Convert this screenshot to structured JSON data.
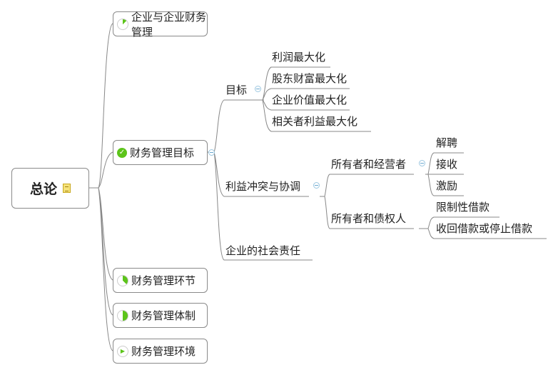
{
  "root": {
    "label": "总论",
    "icon": "note-icon"
  },
  "main": [
    {
      "label": "企业与企业财务管理",
      "progress": 0.125
    },
    {
      "label": "财务管理目标",
      "progress": 1
    },
    {
      "label": "财务管理环节",
      "progress": 0.375
    },
    {
      "label": "财务管理体制",
      "progress": 0.5
    },
    {
      "label": "财务管理环境",
      "progress": 0
    }
  ],
  "goals": {
    "label": "目标",
    "children": [
      "利润最大化",
      "股东财富最大化",
      "企业价值最大化",
      "相关者利益最大化"
    ]
  },
  "conflict": {
    "label": "利益冲突与协调",
    "owner_manager": {
      "label": "所有者和经营者",
      "children": [
        "解聘",
        "接收",
        "激励"
      ]
    },
    "owner_creditor": {
      "label": "所有者和债权人",
      "children": [
        "限制性借款",
        "收回借款或停止借款"
      ]
    }
  },
  "social": {
    "label": "企业的社会责任"
  },
  "colors": {
    "progress": "#5cc41a",
    "line": "#777777",
    "collapse": "#9cc7e0"
  }
}
